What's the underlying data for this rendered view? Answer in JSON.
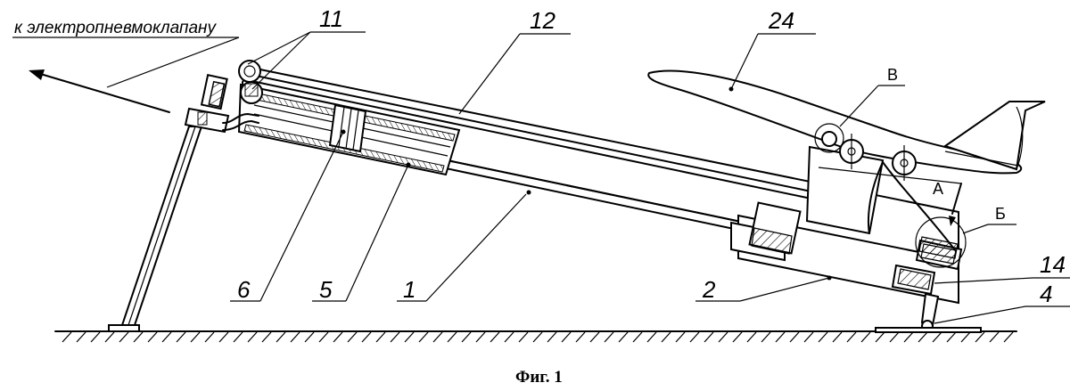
{
  "annotation": {
    "text": "к электропневмоклапану"
  },
  "caption": {
    "text": "Фиг. 1"
  },
  "labels": {
    "l11": "11",
    "l12": "12",
    "l24": "24",
    "lB": "В",
    "lA": "А",
    "lBe": "Б",
    "l14": "14",
    "l4": "4",
    "l6": "6",
    "l5": "5",
    "l1": "1",
    "l2": "2"
  }
}
